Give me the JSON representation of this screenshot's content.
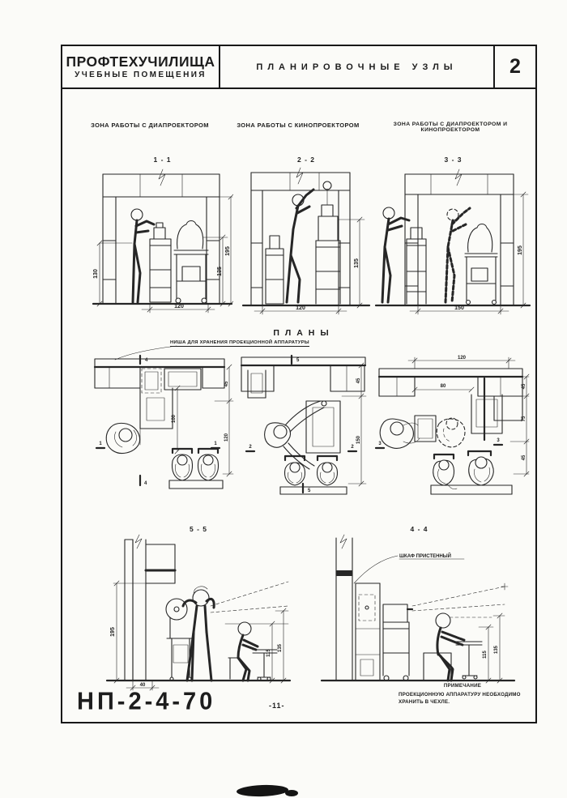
{
  "header": {
    "org_line1": "ПРОФТЕХУЧИЛИЩА",
    "org_line2": "УЧЕБНЫЕ ПОМЕЩЕНИЯ",
    "title": "ПЛАНИРОВОЧНЫЕ УЗЛЫ",
    "page_num": "2"
  },
  "zones": {
    "z1": "ЗОНА РАБОТЫ С ДИАПРОЕКТОРОМ",
    "z2": "ЗОНА РАБОТЫ С КИНОПРОЕКТОРОМ",
    "z3": "ЗОНА РАБОТЫ С ДИАПРОЕКТОРОМ И КИНОПРОЕКТОРОМ"
  },
  "elevations": {
    "e1": {
      "label": "1 - 1",
      "dim_left": "130",
      "dim_mid": "135",
      "dim_right": "195",
      "dim_bottom": "120"
    },
    "e2": {
      "label": "2 - 2",
      "dim_right": "135",
      "dim_bottom": "120"
    },
    "e3": {
      "label": "3 - 3",
      "dim_right": "195",
      "dim_bottom": "150"
    }
  },
  "plans": {
    "title": "ПЛАНЫ",
    "callout": "НИША ДЛЯ ХРАНЕНИЯ ПРОЕКЦИОННОЙ АППАРАТУРЫ",
    "p1": {
      "dim_depth": "100",
      "dim_wall": "45",
      "dim_zone": "120",
      "cut_h": "1",
      "cut_v": "4"
    },
    "p2": {
      "dim_wall": "45",
      "dim_zone": "150",
      "cut_h": "2",
      "cut_v": "5"
    },
    "p3": {
      "dim_top": "120",
      "dim_inner": "80",
      "dim_r1": "45",
      "dim_r2": "75",
      "dim_r3": "45",
      "cut_h": "3"
    }
  },
  "sections": {
    "s55": {
      "label": "5 - 5",
      "dim_left": "195",
      "dim_mid": "115",
      "dim_right": "135",
      "dim_bottom": "40"
    },
    "s44": {
      "label": "4 - 4",
      "callout": "ШКАФ ПРИСТЕННЫЙ",
      "dim_mid": "115",
      "dim_right": "135"
    }
  },
  "footer": {
    "doc_code": "НП-2-4-70",
    "page_label": "-11-",
    "note_title": "ПРИМЕЧАНИЕ",
    "note_line1": "ПРОЕКЦИОННУЮ АППАРАТУРУ НЕОБХОДИМО",
    "note_line2": "ХРАНИТЬ В ЧЕХЛЕ."
  }
}
